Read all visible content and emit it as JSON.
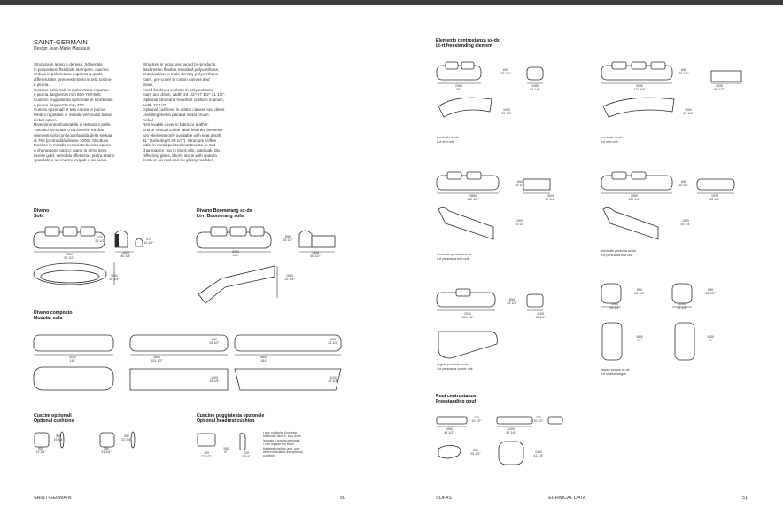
{
  "left_page": {
    "title": "SAINT-GERMAIN",
    "subtitle": "Design Jean-Marie Massaud",
    "desc_it": "Struttura in legno e derivati. Schienale\nin poliuretano flessibile stampato, cuscino\nseduta in poliuretano espanso a quote\ndifferenziate, prerivestimento in tela cotone\ne piuma.\nCuscino schienale in poliuretano espanso\ne piuma, larghezza mm 600-700-800.\nCuscino poggiatesta opzionale in strutturato\ne piuma, larghezza mm 700.\nCuscini opzionali in tela cotone e piuma.\nPiedini regolabili in metallo verniciato brown\nnickel opaco.\nRivestimento sfoderabile in tessuto o pelle.\nTavolino terminale o da inserire tra due\nelementi solo con la profondità della seduta\ndi 790 (profondità divano 1000). Struttura\ntavolino in metallo verniciato brunito opaco\no champagne opaco; piano in olmo nero,\nrovere gold, vetro blu riflettente, pietra ebano\nspatolato o sei marmi levigati e sei lucidi.",
    "desc_en": "Structure in wood and wood by-products.\nBackrest in flexible moulded polyurethane,\nseat cushion in multi-density polyurethane\nfoam, pre-cover in cotton canvas and\ndown.\nFixed backrest cushion in polyurethane\nfoam and down, width 23 1/2\"-27 1/2\"-31 1/2\".\nOptional structural headrest cushion in down,\nwidth 27 1/2\".\nOptional cushions in cotton canvas and down.\nLevelling feet in painted metal brown\nnickel.\nRemovable cover in fabric or leather.\nEnd or central coffee table inserted between\ntwo elements only available with seat depth\n31\" (sofa depth 39 1/4\"). Structure coffee\ntable in metal painted mat brunito or mat\nchampagne; top in black elm, gold oak, blu\nreflecting glass, ebony stone with spatula\nfinish or six mat and six glossy marbles.",
    "sections": {
      "sofa": {
        "title": "Divano\nSofa",
        "front_w": "2350\n92 1/2\"",
        "side_h": "650\n25 1/2\"",
        "side_d": "1020\n40 1/4\"",
        "arm_h": "270\n10 1/2\"",
        "plan_d": "1020\n40 1/4\""
      },
      "boomerang": {
        "title": "Divano Boomerang sx-dx\nLt-rt Boomerang sofa",
        "front_w": "3300\n130\"",
        "side_h": "650\n25 1/2\"",
        "side_d": "1535\n60 1/2\"",
        "plan_d": "1000\n39 1/4\""
      },
      "modular": {
        "title": "Divano composto\nModular sofa",
        "w1": "3000\n118\"",
        "w2": "3850\n151 1/2\"",
        "w3": "4600\n181\"",
        "h1": "650\n25 1/2\"",
        "h2": "650\n25 1/2\"",
        "d1": "1000\n39 1/4\"",
        "d2": "1190\n46 3/4\""
      },
      "cushions": {
        "title": "Cuscini opzionali\nOptional cushions",
        "c1_w": "500\n19 3/4\"",
        "c1_h": "500\n19 3/4\"",
        "c2_w": "550\n21 3/4\"",
        "c2_h": "580\n22 3/4\""
      },
      "headrest": {
        "title": "Cuscino poggiatesta opzionale\nOptional headrest cushion",
        "w": "700\n27 1/2\"",
        "d": "150\n6\"",
        "h": "220\n8 3/4\"",
        "note": "• puo sostituire il cuscino\nschienale fisso e, solo dove\nindicato, i cuscini opzionali\n• can replace the fixed\nbackrest cushion and, only\nwhere indicated, the optional\ncushions"
      }
    },
    "footer_left": "SAINT-GERMAIN",
    "page_number": "50"
  },
  "right_page": {
    "freestanding": {
      "title": "Elemento centrostanza sx-dx\nLt-rt freestanding element",
      "r1a_w": "2360\n93\"",
      "r1a_h": "650\n25 1/2\"",
      "r1a_d": "1380\n54 1/4\"",
      "r1a_pd": "1000\n39 1/4\"",
      "r1a_cap": "terminale sx-dx\nlt-rt end unit",
      "r1b_w": "3090\n121 3/4\"",
      "r1b_h": "650\n25 1/2\"",
      "r1b_d": "1535\n60 1/2\"",
      "r1b_pd": "1000\n39 1/4\"",
      "r1b_cap": "terminale sx-dx\nlt-rt end unit",
      "r2a_w": "2860\n112 1/2\"",
      "r2a_h": "650\n25 1/2\"",
      "r2a_d": "1800\n70 3/4\"",
      "r2a_pd": "1000\n39 1/4\"",
      "r2a_cap": "terminale penisola sx-dx\nlt-rt peninsula end unit",
      "r2b_w": "2960\n117 1/4\"",
      "r2b_h": "650\n25 1/2\"",
      "r2b_d": "1535\n60 1/2\"",
      "r2b_pd": "1000\n39 1/4\"",
      "r2b_cap": "terminale penisola sx-dx\nlt-rt peninsula end unit",
      "r3a_w": "2570\n101 1/4\"",
      "r3a_h": "650\n25 1/2\"",
      "r3a_d": "1150\n45 1/4\"",
      "r3a_cap": "angolo penisola sx-dx\nlt-rt peninsula corner unit",
      "r3b_w": "1000\n39 1/4\"",
      "r3b_h": "650\n25 1/2\"",
      "r3b_w2": "1150\n45 1/4\"",
      "r3b_h2": "650\n25 1/2\"",
      "r3b_d1": "1800\n71\"",
      "r3b_d2": "1800\n71\"",
      "r3b_cap": "chaise longue sx-dx\nlt-rt chaise longue"
    },
    "pouf": {
      "title": "Pouf centrostanza\nFreestanding pouf",
      "p1_w": "1050\n41 1/2\"",
      "p1_h": "270\n10 1/2\"",
      "p1_d": "620\n24 1/2\"",
      "p2_w": "1200\n47 1/4\"",
      "p2_h": "270\n10 1/2\"",
      "p2_d": "1050\n41 1/4\""
    },
    "footer_left": "SOFAS",
    "footer_mid": "TECHNICAL DATA",
    "page_number": "51"
  }
}
